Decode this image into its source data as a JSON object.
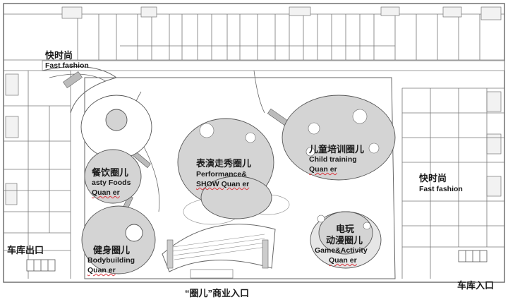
{
  "labels": {
    "fashion_left_zh": "快时尚",
    "fashion_left_en": "Fast fashion",
    "foods_zh": "餐饮圈儿",
    "foods_en1": "asty Foods",
    "foods_en2": "Quan er",
    "performance_zh": "表演走秀圈儿",
    "performance_en1": "Performance&",
    "performance_en2": "SHOW Quan er",
    "child_zh": "儿童培训圈儿",
    "child_en1": "Child training",
    "child_en2": "Quan er",
    "fashion_right_zh": "快时尚",
    "fashion_right_en": "Fast fashion",
    "body_zh": "健身圈儿",
    "body_en1": "Bodybuilding",
    "body_en2": "Quan er",
    "game_zh1": "电玩",
    "game_zh2": "动漫圈儿",
    "game_en1": "Game&Activity",
    "game_en2": "Quan er",
    "garage_exit": "车库出口",
    "garage_entry": "车库入口",
    "main_entry": "“圈儿”商业入口"
  },
  "colors": {
    "line": "#555555",
    "plaza_fill": "#ffffff",
    "building_fill": "#ffffff",
    "circle_fill": "#d4d4d4",
    "road": "#e6e6e6",
    "underline": "#d9363e"
  }
}
